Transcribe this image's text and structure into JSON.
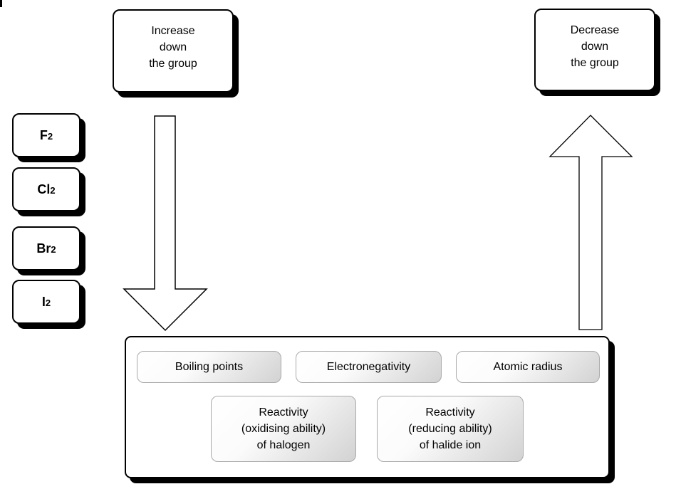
{
  "trend_boxes": {
    "increase_label": "Increase\ndown\nthe group",
    "decrease_label": "Decrease\ndown\nthe group"
  },
  "halogens": [
    {
      "symbol": "F",
      "sub": "2"
    },
    {
      "symbol": "Cl",
      "sub": "2"
    },
    {
      "symbol": "Br",
      "sub": "2"
    },
    {
      "symbol": "I",
      "sub": "2"
    }
  ],
  "properties": {
    "row1": [
      "Boiling points",
      "Electronegativity",
      "Atomic radius"
    ],
    "row2": [
      "Reactivity\n(oxidising ability)\nof halogen",
      "Reactivity\n(reducing ability)\nof halide ion"
    ]
  },
  "icons": {
    "down_arrow": "down-arrow",
    "up_arrow": "up-arrow"
  },
  "colors": {
    "box_border": "#000000",
    "box_shadow": "#000000",
    "box_fill": "#ffffff",
    "button_gradient_top": "#ffffff",
    "button_gradient_bottom": "#d2d2d2",
    "button_border": "#a9a9a9"
  }
}
